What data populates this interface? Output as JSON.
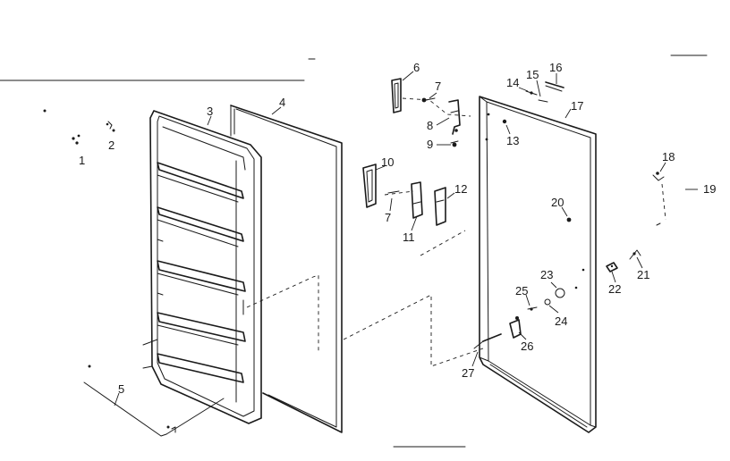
{
  "colors": {
    "ink": "#1a1a1a",
    "paper": "#ffffff"
  },
  "callouts": [
    {
      "id": "1",
      "text": "1"
    },
    {
      "id": "2",
      "text": "2"
    },
    {
      "id": "3",
      "text": "3"
    },
    {
      "id": "4",
      "text": "4"
    },
    {
      "id": "5",
      "text": "5"
    },
    {
      "id": "6",
      "text": "6"
    },
    {
      "id": "7a",
      "text": "7"
    },
    {
      "id": "7b",
      "text": "7"
    },
    {
      "id": "8",
      "text": "8"
    },
    {
      "id": "9",
      "text": "9"
    },
    {
      "id": "10",
      "text": "10"
    },
    {
      "id": "11",
      "text": "11"
    },
    {
      "id": "12",
      "text": "12"
    },
    {
      "id": "13",
      "text": "13"
    },
    {
      "id": "14",
      "text": "14"
    },
    {
      "id": "15",
      "text": "15"
    },
    {
      "id": "16",
      "text": "16"
    },
    {
      "id": "17",
      "text": "17"
    },
    {
      "id": "18",
      "text": "18"
    },
    {
      "id": "19",
      "text": "19"
    },
    {
      "id": "20",
      "text": "20"
    },
    {
      "id": "21",
      "text": "21"
    },
    {
      "id": "22",
      "text": "22"
    },
    {
      "id": "23",
      "text": "23"
    },
    {
      "id": "24",
      "text": "24"
    },
    {
      "id": "25",
      "text": "25"
    },
    {
      "id": "26",
      "text": "26"
    },
    {
      "id": "27",
      "text": "27"
    }
  ]
}
